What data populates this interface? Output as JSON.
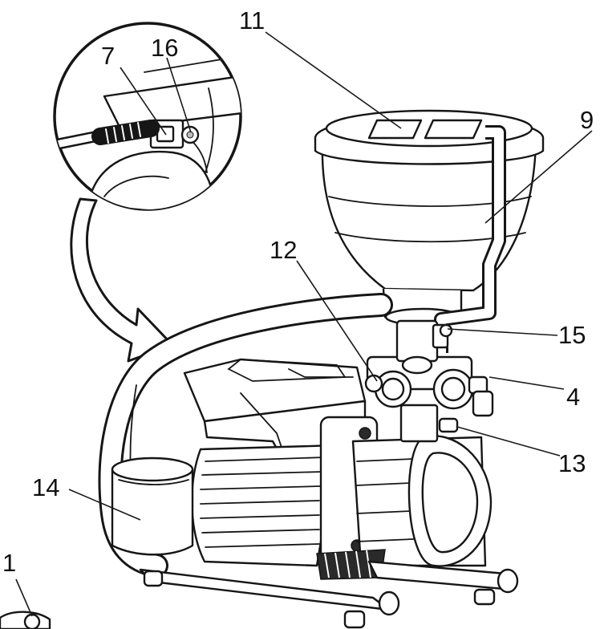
{
  "callouts": [
    {
      "id": "1",
      "label": "1"
    },
    {
      "id": "4",
      "label": "4"
    },
    {
      "id": "7",
      "label": "7"
    },
    {
      "id": "9",
      "label": "9"
    },
    {
      "id": "11",
      "label": "11"
    },
    {
      "id": "12",
      "label": "12"
    },
    {
      "id": "13",
      "label": "13"
    },
    {
      "id": "14",
      "label": "14"
    },
    {
      "id": "15",
      "label": "15"
    },
    {
      "id": "16",
      "label": "16"
    }
  ],
  "colors": {
    "ink": "#161616",
    "paper": "#ffffff",
    "shade": "#e6e6e6"
  }
}
